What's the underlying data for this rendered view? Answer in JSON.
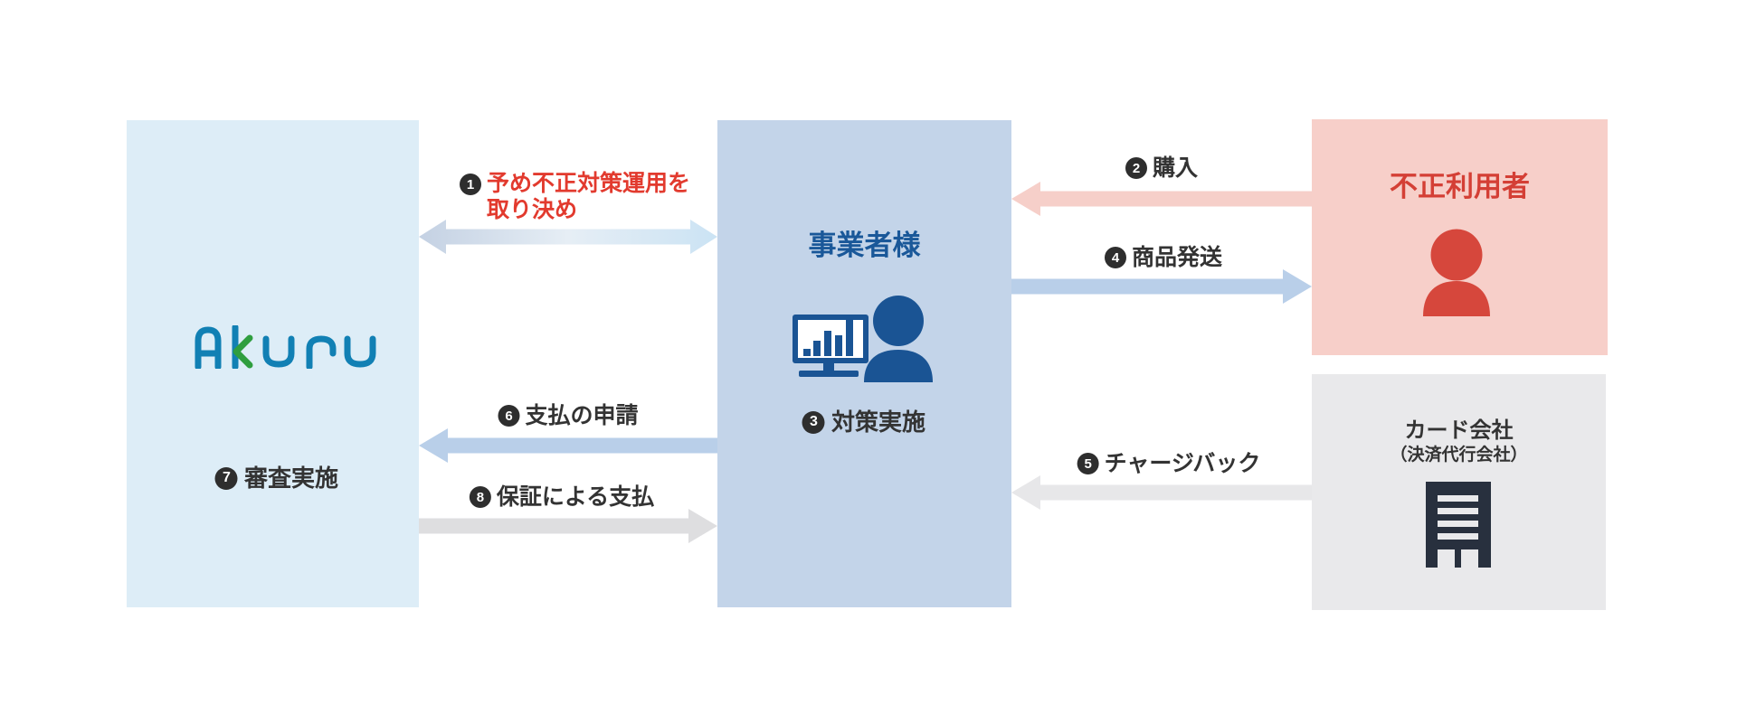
{
  "diagram": {
    "title_hint": "credit-card fraud protection service flow",
    "entities": {
      "akuru": {
        "name": "Akuru",
        "action_num": "7",
        "action_label": "審査実施"
      },
      "business": {
        "title": "事業者様",
        "action_num": "3",
        "action_label": "対策実施"
      },
      "fraud_user": {
        "title": "不正利用者"
      },
      "card_company": {
        "title": "カード会社",
        "subtitle": "（決済代行会社）"
      }
    },
    "flows": {
      "f1": {
        "num": "1",
        "line1": "予め不正対策運用を",
        "line2": "取り決め",
        "between": [
          "Akuru",
          "事業者様"
        ],
        "direction": "both"
      },
      "f2": {
        "num": "2",
        "label": "購入",
        "between": [
          "不正利用者",
          "事業者様"
        ],
        "direction": "left"
      },
      "f3": {
        "num": "3",
        "label": "対策実施",
        "at": "事業者様"
      },
      "f4": {
        "num": "4",
        "label": "商品発送",
        "between": [
          "事業者様",
          "不正利用者"
        ],
        "direction": "right"
      },
      "f5": {
        "num": "5",
        "label": "チャージバック",
        "between": [
          "カード会社",
          "事業者様"
        ],
        "direction": "left"
      },
      "f6": {
        "num": "6",
        "label": "支払の申請",
        "between": [
          "事業者様",
          "Akuru"
        ],
        "direction": "left"
      },
      "f7": {
        "num": "7",
        "label": "審査実施",
        "at": "Akuru"
      },
      "f8": {
        "num": "8",
        "label": "保証による支払",
        "between": [
          "Akuru",
          "事業者様"
        ],
        "direction": "right"
      }
    },
    "colors": {
      "box_akuru": "#ddedf7",
      "box_business": "#c3d4e9",
      "box_fraud": "#f7cfc9",
      "box_card": "#e9e9eb",
      "arrow_blue": "#b9cfe9",
      "arrow_pink": "#f6cfc9",
      "arrow_gray_light": "#e7e7e9",
      "arrow_gray": "#dedee0",
      "arrow_gradient_left": "#c4d1e3",
      "arrow_gradient_right": "#cbe3f4",
      "label_red": "#e23a2e",
      "fraud_red": "#d6473c",
      "fraud_title_red": "#d43f35",
      "business_blue": "#1a5899",
      "icon_blue": "#1a5494",
      "card_navy": "#28303e",
      "akuru_logo_blue": "#1180b4",
      "akuru_logo_green": "#2f9e3f",
      "number_circle": "#2e2e2e",
      "label_text": "#333333"
    }
  }
}
